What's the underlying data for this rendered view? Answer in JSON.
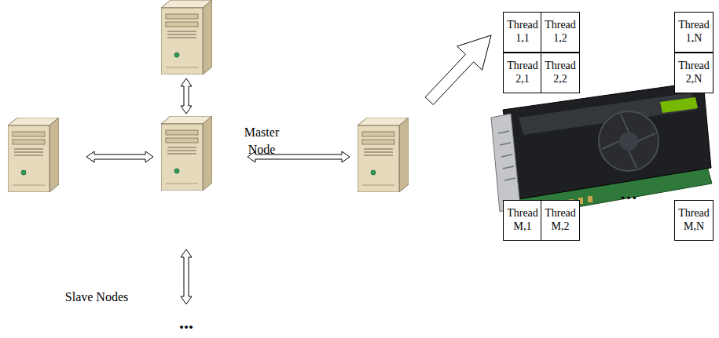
{
  "diagram": {
    "nodes": [
      {
        "text": [
          "Thread 1,1"
        ]
      },
      {
        "text": [
          "Thread 1,2"
        ]
      },
      {
        "text": [
          "Thread 1,N"
        ]
      },
      {
        "text": [
          "Thread 2,1"
        ]
      },
      {
        "text": [
          "Thread 2,2"
        ]
      },
      {
        "text": [
          "Thread 2,N"
        ]
      },
      {
        "text": [
          "Thread M,1"
        ]
      },
      {
        "text": [
          "Thread M,2"
        ]
      },
      {
        "text": [
          "Thread M,N"
        ]
      }
    ],
    "labels": [
      "Master Node",
      "Slave Nodes",
      "...",
      "…"
    ]
  }
}
